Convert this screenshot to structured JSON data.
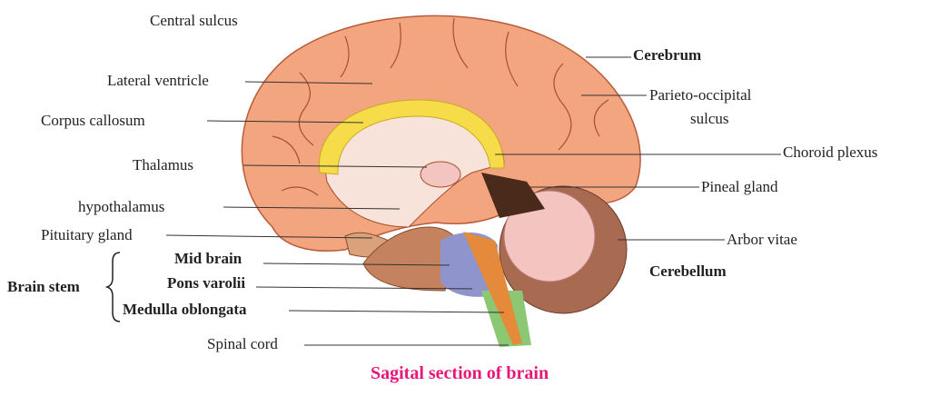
{
  "labels": {
    "central_sulcus": "Central sulcus",
    "lateral_ventricle": "Lateral ventricle",
    "corpus_callosum": "Corpus callosum",
    "thalamus": "Thalamus",
    "hypothalamus": "hypothalamus",
    "pituitary_gland": "Pituitary gland",
    "mid_brain": "Mid brain",
    "pons_varolii": "Pons varolii",
    "medulla_oblongata": "Medulla oblongata",
    "spinal_cord": "Spinal cord",
    "brain_stem": "Brain stem",
    "cerebrum": "Cerebrum",
    "parieto_occipital_1": "Parieto-occipital",
    "parieto_occipital_2": "sulcus",
    "choroid_plexus": "Choroid plexus",
    "pineal_gland": "Pineal gland",
    "arbor_vitae": "Arbor vitae",
    "cerebellum": "Cerebellum"
  },
  "caption": "Sagital section of  brain",
  "colors": {
    "cerebrum": "#f2a57e",
    "corpus_callosum": "#f7dc4a",
    "cerebellum": "#f4c4c0",
    "pons": "#8f95cc",
    "medulla": "#8cc873",
    "caption": "#e6197a"
  }
}
